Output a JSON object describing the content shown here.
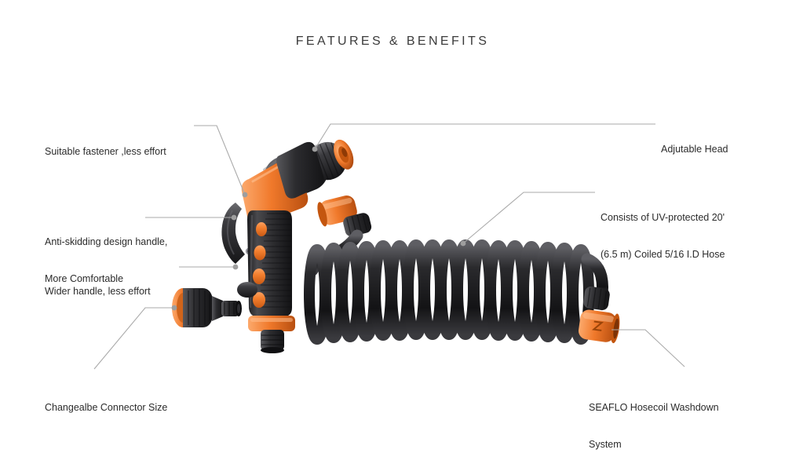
{
  "page": {
    "title": "FEATURES & BENEFITS",
    "background": "#ffffff"
  },
  "colors": {
    "orange": "#F0792B",
    "orange_light": "#F79352",
    "orange_dark": "#C75A17",
    "black": "#221f20",
    "grey_body": "#3a3a3c",
    "leader_line": "#AAAAAA",
    "text": "#2b2b2b",
    "title_text": "#3b3b3b"
  },
  "callouts": [
    {
      "id": "suitable-fastener",
      "side": "left",
      "lines": [
        "Suitable fastener ,less effort"
      ]
    },
    {
      "id": "anti-skidding-handle",
      "side": "left",
      "lines": [
        "Anti-skidding design handle,",
        "More Comfortable"
      ]
    },
    {
      "id": "wider-handle",
      "side": "left",
      "lines": [
        "Wider handle, less effort"
      ]
    },
    {
      "id": "changeable-connector",
      "side": "left",
      "lines": [
        "Changealbe Connector Size"
      ]
    },
    {
      "id": "adjustable-head",
      "side": "right",
      "lines": [
        "Adjutable Head"
      ]
    },
    {
      "id": "uv-protected-hose",
      "side": "right",
      "lines": [
        "Consists of UV-protected 20'",
        "(6.5 m) Coiled 5/16 I.D Hose"
      ]
    },
    {
      "id": "seaflo-system",
      "side": "right",
      "lines": [
        "SEAFLO Hosecoil Washdown",
        "System"
      ]
    }
  ],
  "product": {
    "name": "seaflo-hosecoil-washdown-system",
    "parts": [
      "spray-gun-nozzle",
      "spray-gun-body",
      "spray-gun-trigger",
      "spray-gun-handle",
      "spray-gun-outlet",
      "coiled-hose",
      "hose-connector-upper",
      "hose-connector-lower",
      "spare-connector"
    ],
    "hose_coil_count": 17
  }
}
